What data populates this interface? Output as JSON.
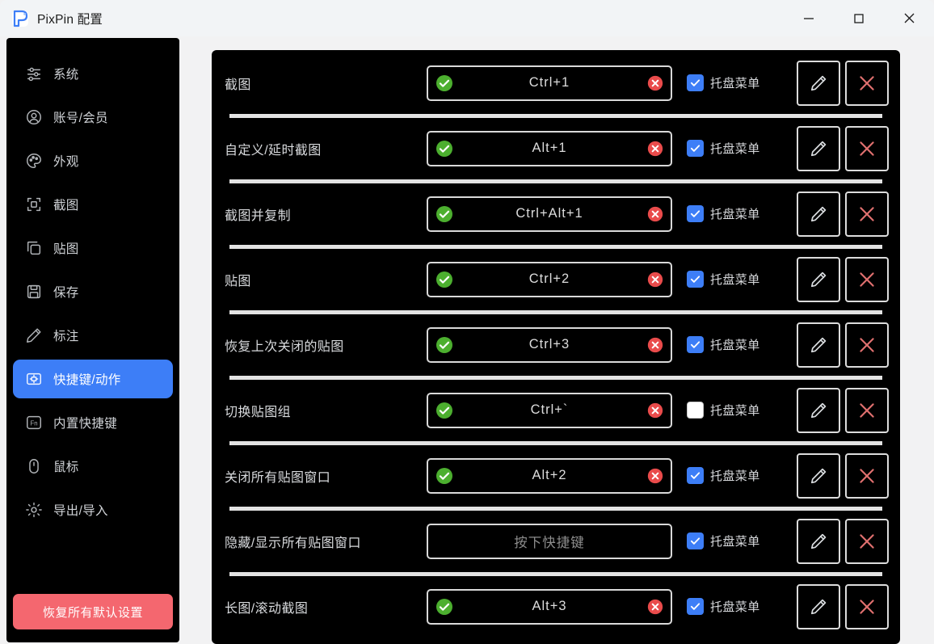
{
  "window": {
    "title": "PixPin 配置",
    "logo_icon": "pixpin-p-logo",
    "controls": [
      {
        "name": "minimize",
        "icon": "minimize-icon"
      },
      {
        "name": "maximize",
        "icon": "maximize-icon"
      },
      {
        "name": "close",
        "icon": "close-icon"
      }
    ]
  },
  "colors": {
    "accent_blue": "#3d7ef7",
    "danger_red": "#f4676f",
    "ok_green": "#4caf2f",
    "clear_red": "#e94b4b",
    "panel_black": "#000000",
    "titlebar": "#f2f4f6"
  },
  "sidebar": {
    "items": [
      {
        "label": "系统",
        "icon": "sliders-icon",
        "active": false
      },
      {
        "label": "账号/会员",
        "icon": "user-circle-icon",
        "active": false
      },
      {
        "label": "外观",
        "icon": "palette-icon",
        "active": false
      },
      {
        "label": "截图",
        "icon": "crop-frame-icon",
        "active": false
      },
      {
        "label": "贴图",
        "icon": "pin-image-icon",
        "active": false
      },
      {
        "label": "保存",
        "icon": "floppy-disk-icon",
        "active": false
      },
      {
        "label": "标注",
        "icon": "pencil-icon",
        "active": false
      },
      {
        "label": "快捷键/动作",
        "icon": "keyboard-icon",
        "active": true
      },
      {
        "label": "内置快捷键",
        "icon": "fn-key-icon",
        "active": false
      },
      {
        "label": "鼠标",
        "icon": "mouse-icon",
        "active": false
      },
      {
        "label": "导出/导入",
        "icon": "gear-icon",
        "active": false
      }
    ],
    "restore_button": "恢复所有默认设置"
  },
  "main": {
    "hotkey_placeholder": "按下快捷键",
    "tray_label": "托盘菜单",
    "edit_icon": "pencil-edit-icon",
    "delete_icon": "red-x-delete-icon",
    "ok_icon": "green-check-icon",
    "clear_icon": "red-x-clear-icon",
    "rows": [
      {
        "label": "截图",
        "hotkey": "Ctrl+1",
        "has_hotkey": true,
        "tray_checked": true
      },
      {
        "label": "自定义/延时截图",
        "hotkey": "Alt+1",
        "has_hotkey": true,
        "tray_checked": true
      },
      {
        "label": "截图并复制",
        "hotkey": "Ctrl+Alt+1",
        "has_hotkey": true,
        "tray_checked": true
      },
      {
        "label": "贴图",
        "hotkey": "Ctrl+2",
        "has_hotkey": true,
        "tray_checked": true
      },
      {
        "label": "恢复上次关闭的贴图",
        "hotkey": "Ctrl+3",
        "has_hotkey": true,
        "tray_checked": true
      },
      {
        "label": "切换贴图组",
        "hotkey": "Ctrl+`",
        "has_hotkey": true,
        "tray_checked": false
      },
      {
        "label": "关闭所有贴图窗口",
        "hotkey": "Alt+2",
        "has_hotkey": true,
        "tray_checked": true
      },
      {
        "label": "隐藏/显示所有贴图窗口",
        "hotkey": "",
        "has_hotkey": false,
        "tray_checked": true
      },
      {
        "label": "长图/滚动截图",
        "hotkey": "Alt+3",
        "has_hotkey": true,
        "tray_checked": true
      }
    ]
  }
}
